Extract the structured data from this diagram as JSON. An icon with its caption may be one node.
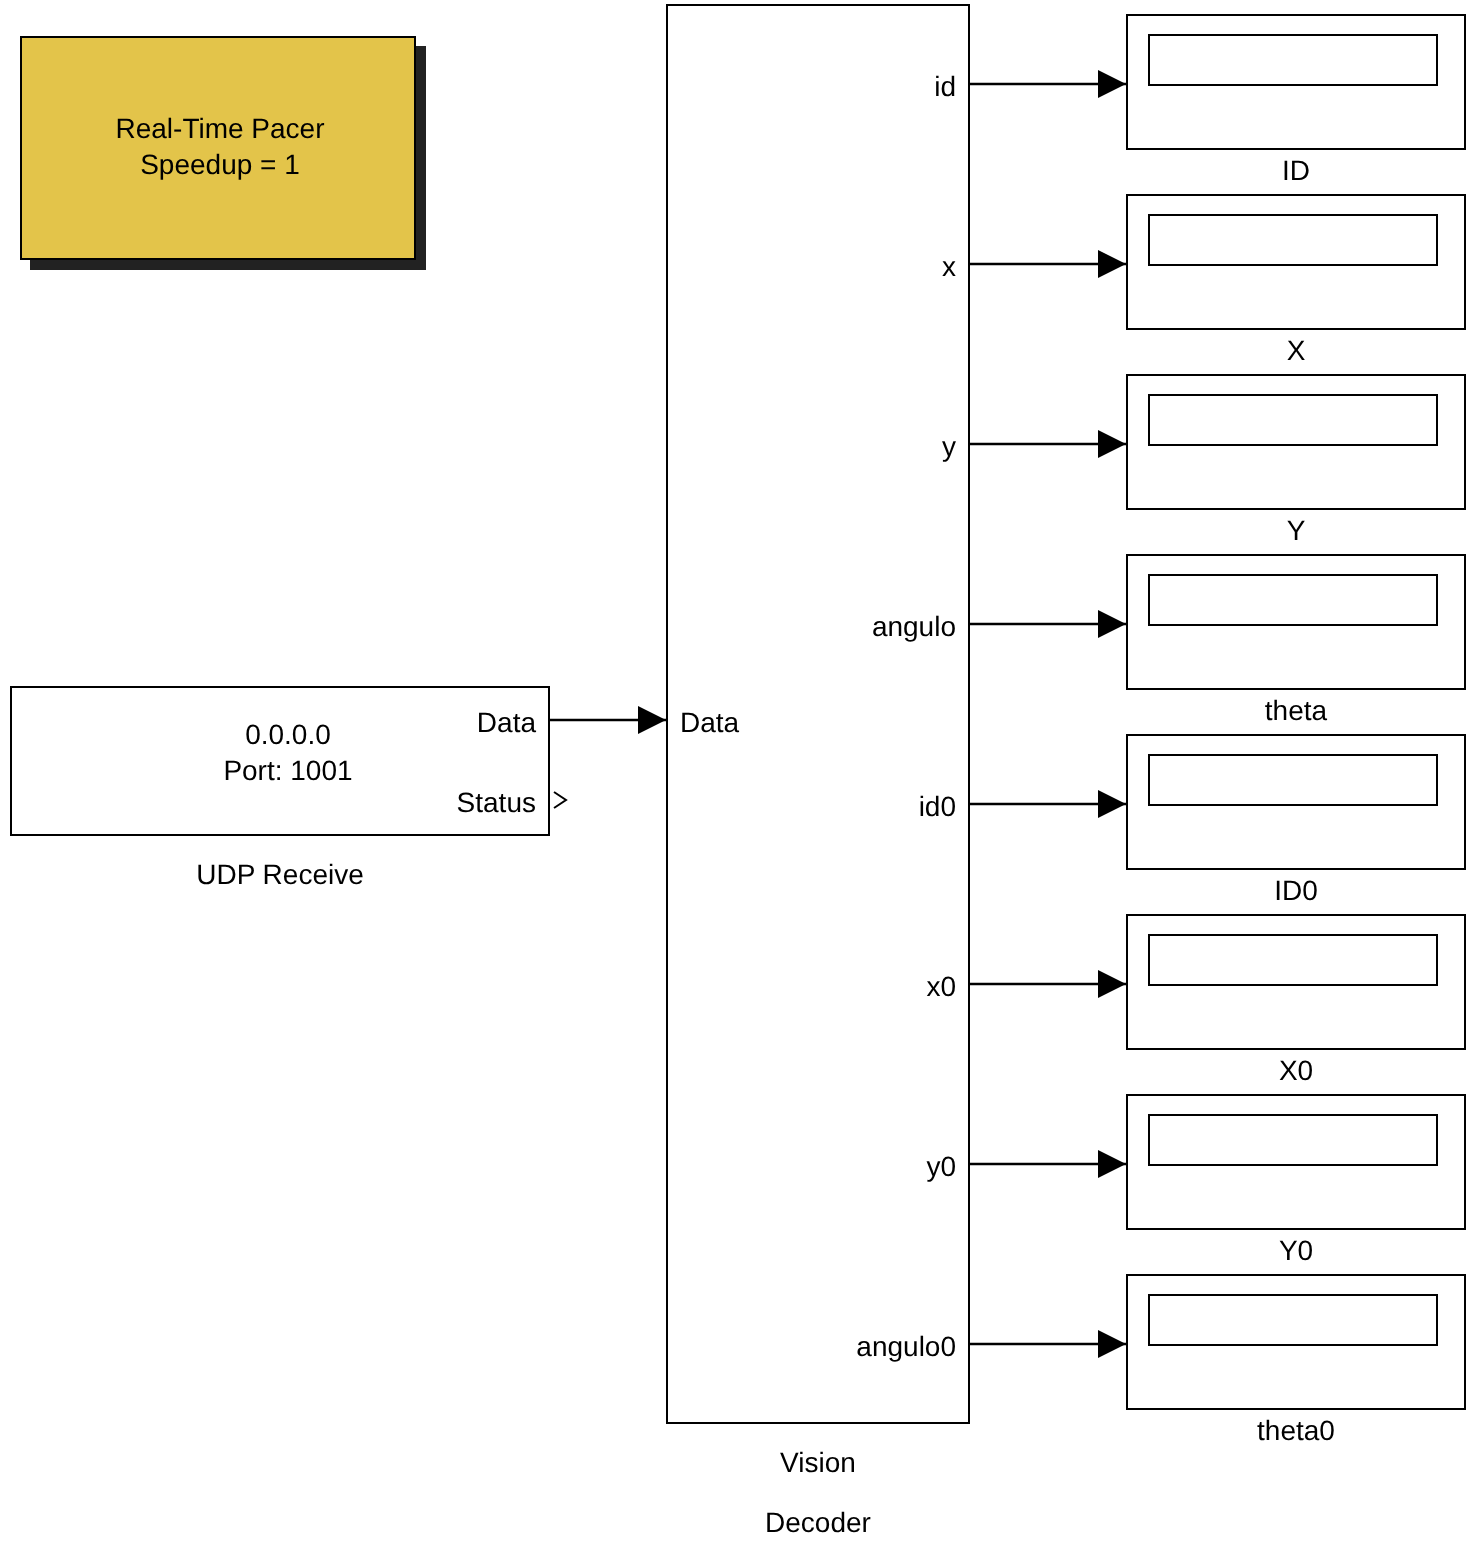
{
  "diagram": {
    "nodes": [
      {
        "text": [
          "Real-Time Pacer Speedup = 1"
        ]
      },
      {
        "text": [
          "0.0.0.0 Port: 1001",
          "Data",
          "Status"
        ],
        "beside": [
          "UDP Receive"
        ]
      },
      {
        "text": [
          "Data",
          "id",
          "x",
          "y",
          "angulo",
          "id0",
          "x0",
          "y0",
          "angulo0"
        ],
        "beside": [
          "Vision Decoder"
        ]
      },
      {
        "text": [],
        "shape": "box",
        "beside": [
          "ID"
        ]
      },
      {
        "text": [],
        "shape": "box",
        "beside": [
          "X"
        ]
      },
      {
        "text": [],
        "shape": "box",
        "beside": [
          "Y"
        ]
      },
      {
        "text": [],
        "shape": "box",
        "beside": [
          "theta"
        ]
      },
      {
        "text": [],
        "shape": "box",
        "beside": [
          "ID0"
        ]
      },
      {
        "text": [],
        "shape": "box",
        "beside": [
          "X0"
        ]
      },
      {
        "text": [],
        "shape": "box",
        "beside": [
          "Y0"
        ]
      },
      {
        "text": [],
        "shape": "box",
        "beside": [
          "theta0"
        ]
      }
    ],
    "edges": [
      {
        "from": 1,
        "to": 2,
        "arrow": "to"
      },
      {
        "from": 2,
        "to": 3,
        "arrow": "to"
      },
      {
        "from": 2,
        "to": 4,
        "arrow": "to"
      },
      {
        "from": 2,
        "to": 5,
        "arrow": "to"
      },
      {
        "from": 2,
        "to": 6,
        "arrow": "to"
      },
      {
        "from": 2,
        "to": 7,
        "arrow": "to"
      },
      {
        "from": 2,
        "to": 8,
        "arrow": "to"
      },
      {
        "from": 2,
        "to": 9,
        "arrow": "to"
      },
      {
        "from": 2,
        "to": 10,
        "arrow": "to"
      }
    ]
  }
}
